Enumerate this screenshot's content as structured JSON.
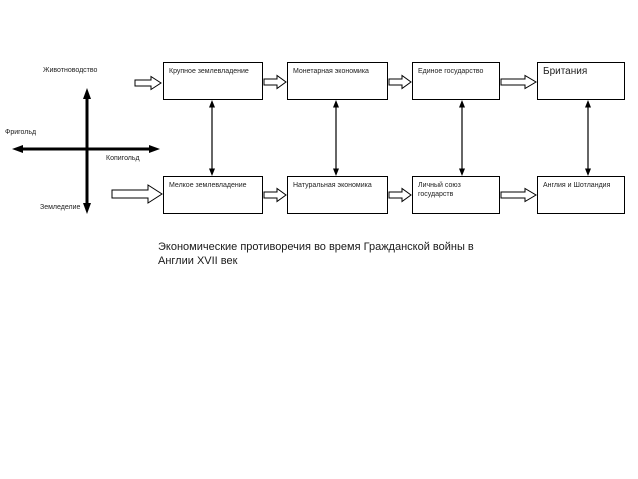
{
  "diagram": {
    "axis": {
      "top_label": "Животноводство",
      "left_label": "Фригольд",
      "right_label": "Копигольд",
      "bottom_label": "Земледелие"
    },
    "top_row": [
      {
        "label": "Крупное землевладение"
      },
      {
        "label": "Монетарная экономика"
      },
      {
        "label": "Единое государство"
      },
      {
        "label": "Британия"
      }
    ],
    "bottom_row": [
      {
        "label": "Мелкое землевладение"
      },
      {
        "label": "Натуральная экономика"
      },
      {
        "label": "Личный союз государств"
      },
      {
        "label": "Англия и Шотландия"
      }
    ],
    "caption": "Экономические противоречия во время Гражданской войны в Англии XVII век"
  },
  "colors": {
    "line": "#000000",
    "background": "#ffffff",
    "text": "#1a1a1a"
  }
}
